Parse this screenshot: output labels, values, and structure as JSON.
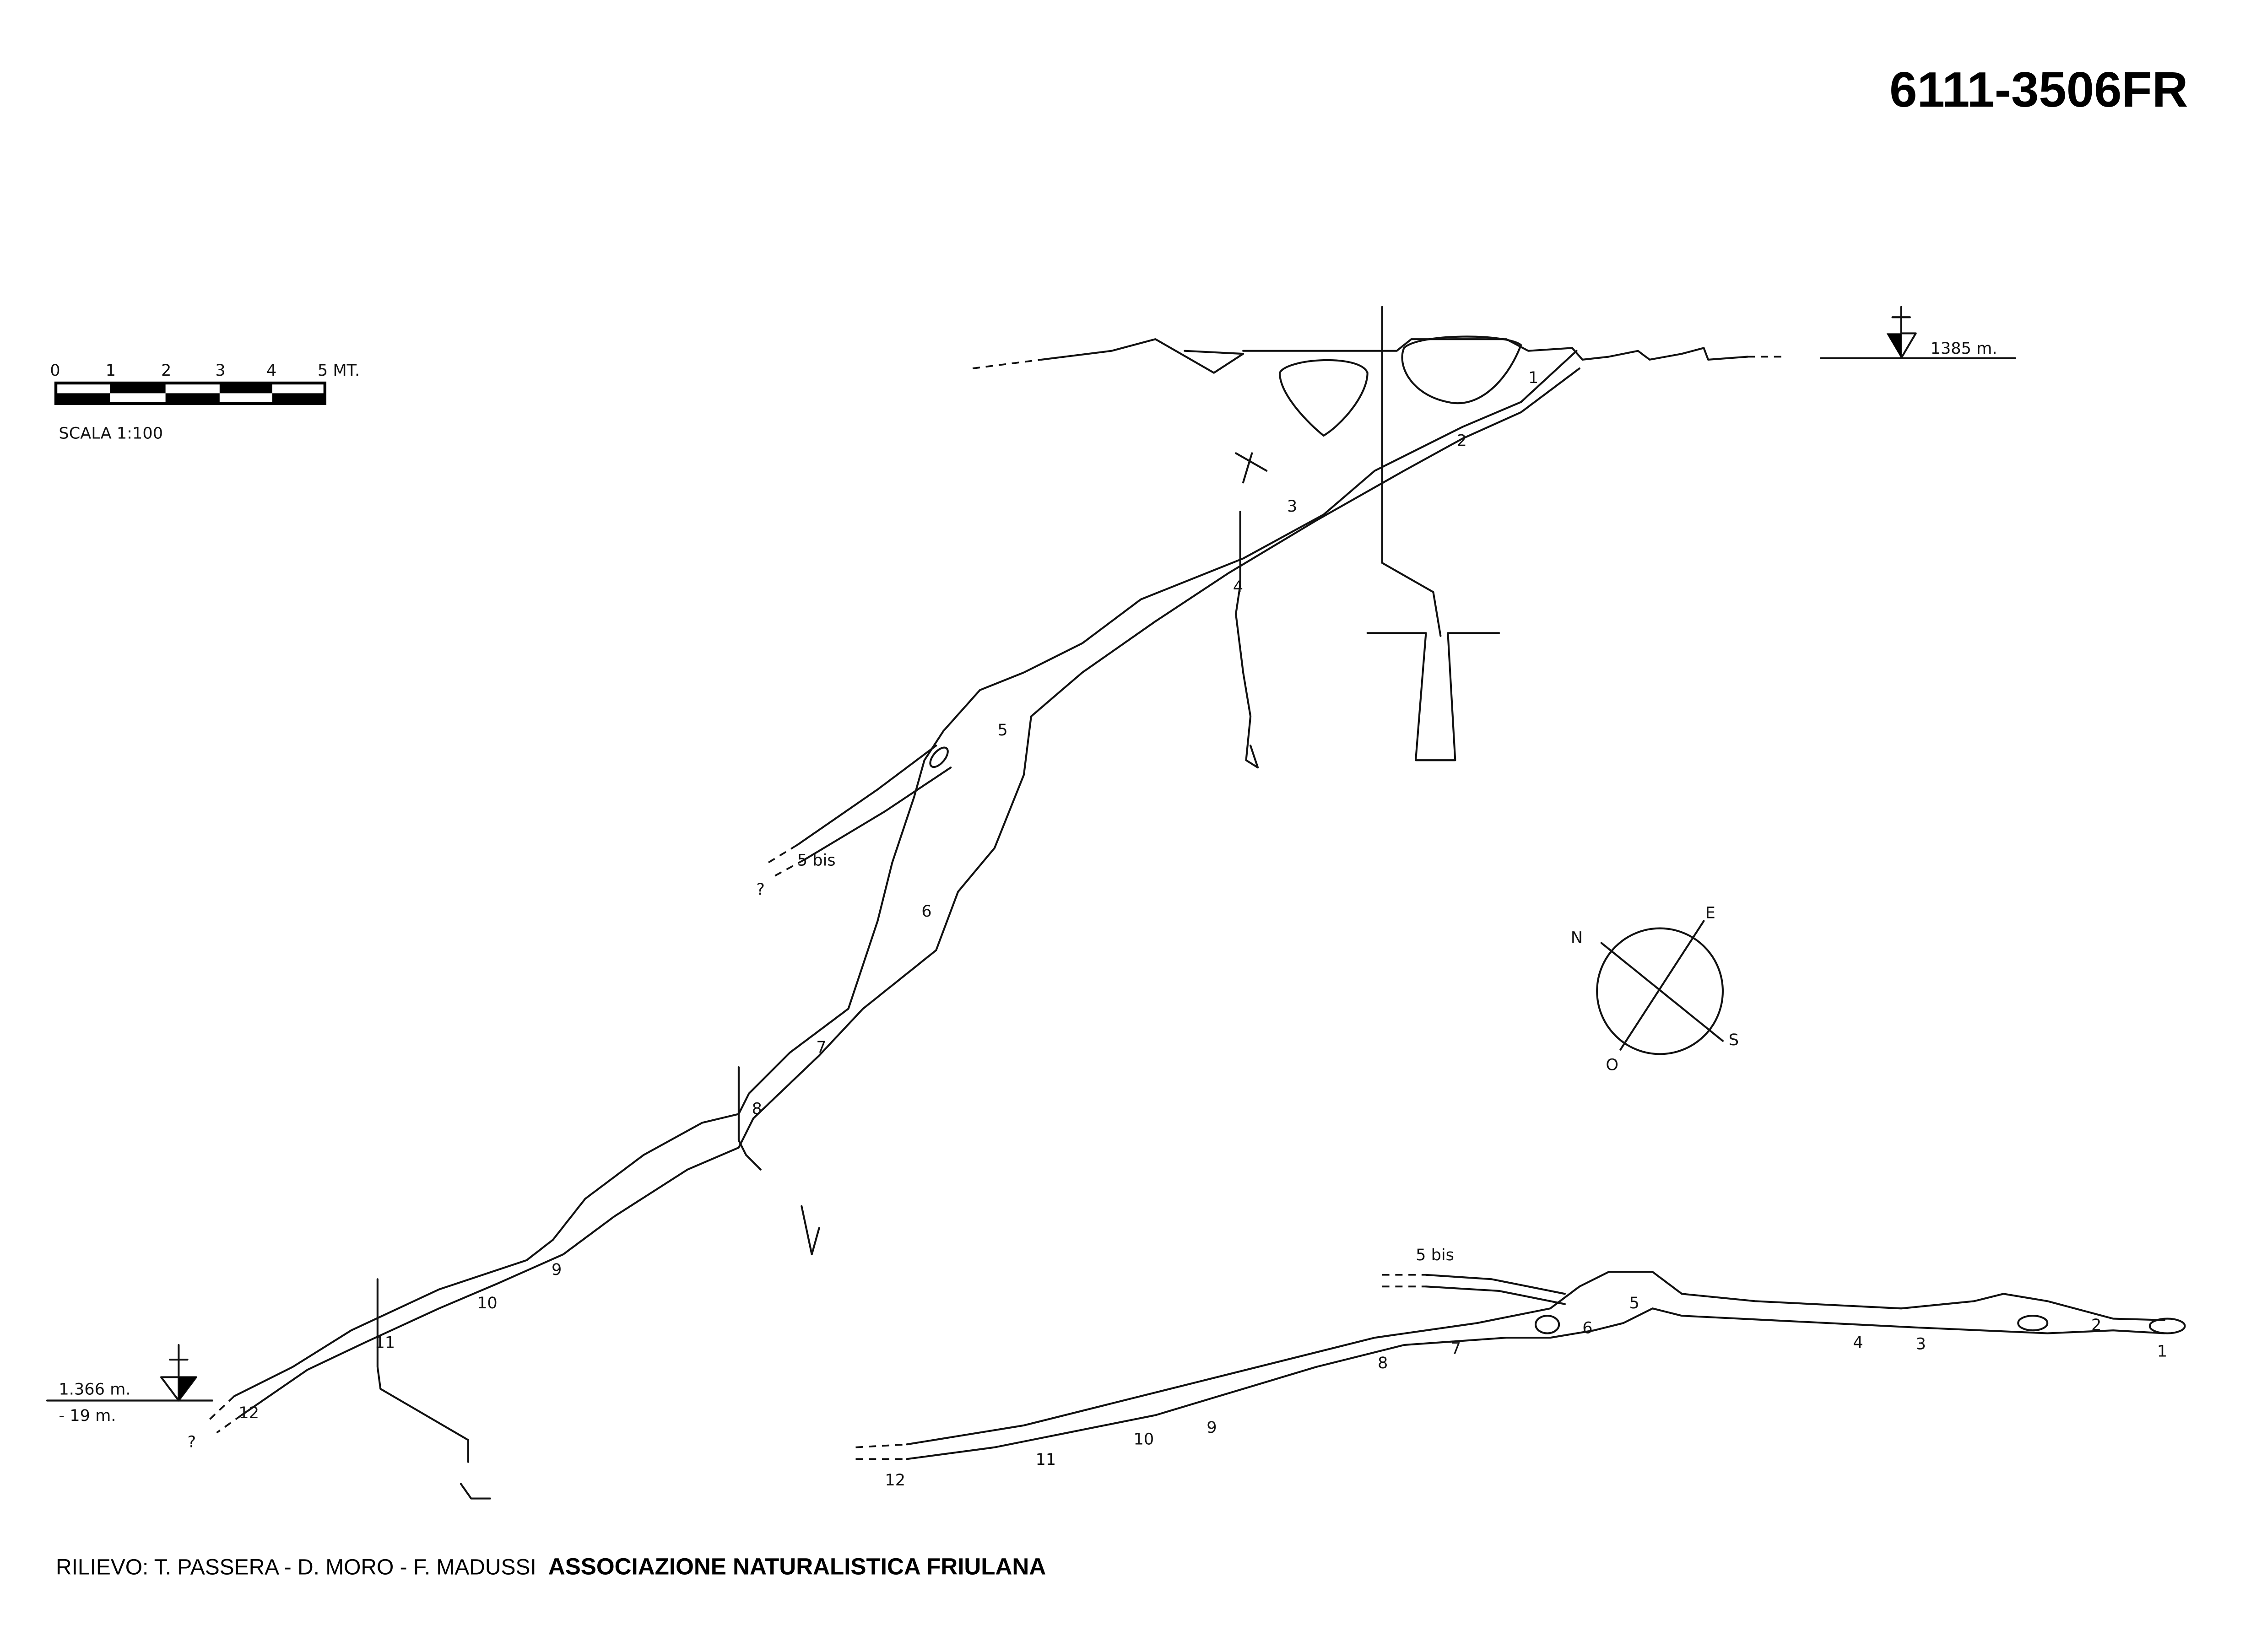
{
  "title": "6111-3506FR",
  "scale": {
    "ticks": [
      "0",
      "1",
      "2",
      "3",
      "4",
      "5 MT."
    ],
    "label": "SCALA 1:100"
  },
  "elevations": {
    "entrance": "1385 m.",
    "bottom": "1.366 m.",
    "depth": "- 19 m."
  },
  "profile_stations": [
    "1",
    "2",
    "3",
    "4",
    "5",
    "5 bis",
    "6",
    "7",
    "8",
    "9",
    "10",
    "11",
    "12"
  ],
  "plan_stations": [
    "1",
    "2",
    "3",
    "4",
    "5",
    "6",
    "7",
    "8",
    "9",
    "10",
    "11",
    "12",
    "5 bis"
  ],
  "unknown_mark": "?",
  "compass": {
    "n": "N",
    "e": "E",
    "s": "S",
    "o": "O"
  },
  "credits": {
    "survey": "RILIEVO: T. PASSERA - D. MORO - F. MADUSSI",
    "association": "ASSOCIAZIONE NATURALISTICA FRIULANA"
  }
}
